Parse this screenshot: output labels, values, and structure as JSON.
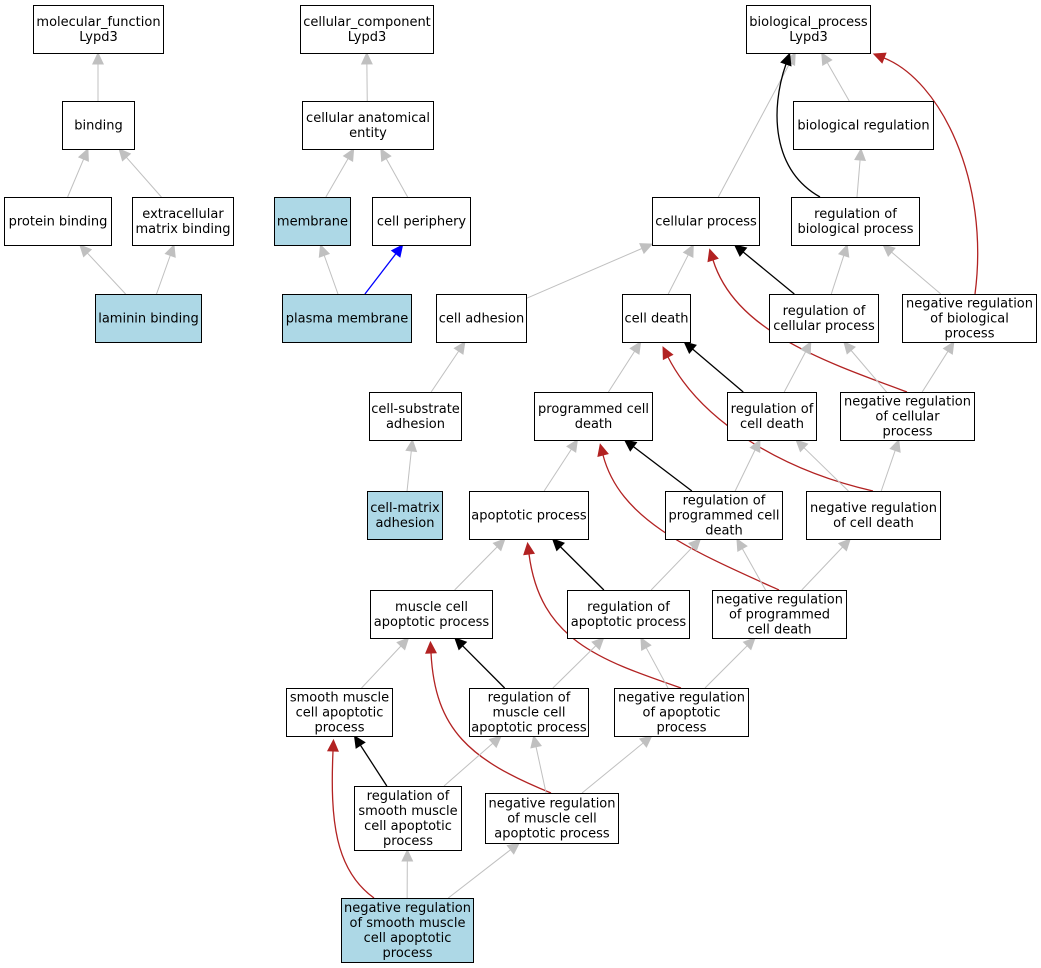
{
  "colors": {
    "highlight_fill": "#add8e6",
    "node_fill": "#ffffff",
    "node_border": "#000000",
    "edge_is_a": "#c0c0c0",
    "edge_regulates": "#000000",
    "edge_negatively_regulates": "#b22222",
    "edge_part_of": "#0000ff"
  },
  "nodes": [
    {
      "id": "mf",
      "lines": [
        "molecular_function",
        "Lypd3"
      ],
      "highlight": false
    },
    {
      "id": "binding",
      "lines": [
        "binding"
      ],
      "highlight": false
    },
    {
      "id": "protein_binding",
      "lines": [
        "protein binding"
      ],
      "highlight": false
    },
    {
      "id": "ecm_binding",
      "lines": [
        "extracellular",
        "matrix binding"
      ],
      "highlight": false
    },
    {
      "id": "laminin_binding",
      "lines": [
        "laminin binding"
      ],
      "highlight": true
    },
    {
      "id": "cc",
      "lines": [
        "cellular_component",
        "Lypd3"
      ],
      "highlight": false
    },
    {
      "id": "cae",
      "lines": [
        "cellular anatomical",
        "entity"
      ],
      "highlight": false
    },
    {
      "id": "membrane",
      "lines": [
        "membrane"
      ],
      "highlight": true
    },
    {
      "id": "cell_periphery",
      "lines": [
        "cell periphery"
      ],
      "highlight": false
    },
    {
      "id": "plasma_membrane",
      "lines": [
        "plasma membrane"
      ],
      "highlight": true
    },
    {
      "id": "bp",
      "lines": [
        "biological_process",
        "Lypd3"
      ],
      "highlight": false
    },
    {
      "id": "bio_reg",
      "lines": [
        "biological regulation"
      ],
      "highlight": false
    },
    {
      "id": "cell_proc",
      "lines": [
        "cellular process"
      ],
      "highlight": false
    },
    {
      "id": "reg_bio",
      "lines": [
        "regulation of",
        "biological process"
      ],
      "highlight": false
    },
    {
      "id": "cell_adh",
      "lines": [
        "cell adhesion"
      ],
      "highlight": false
    },
    {
      "id": "cell_death",
      "lines": [
        "cell death"
      ],
      "highlight": false
    },
    {
      "id": "reg_cell_proc",
      "lines": [
        "regulation of",
        "cellular process"
      ],
      "highlight": false
    },
    {
      "id": "neg_reg_bio",
      "lines": [
        "negative regulation",
        "of biological",
        "process"
      ],
      "highlight": false
    },
    {
      "id": "cs_adh",
      "lines": [
        "cell-substrate",
        "adhesion"
      ],
      "highlight": false
    },
    {
      "id": "pcd",
      "lines": [
        "programmed cell",
        "death"
      ],
      "highlight": false
    },
    {
      "id": "reg_cd",
      "lines": [
        "regulation of",
        "cell death"
      ],
      "highlight": false
    },
    {
      "id": "neg_reg_cell_proc",
      "lines": [
        "negative regulation",
        "of cellular",
        "process"
      ],
      "highlight": false
    },
    {
      "id": "cm_adh",
      "lines": [
        "cell-matrix",
        "adhesion"
      ],
      "highlight": true
    },
    {
      "id": "apop",
      "lines": [
        "apoptotic process"
      ],
      "highlight": false
    },
    {
      "id": "reg_pcd",
      "lines": [
        "regulation of",
        "programmed cell",
        "death"
      ],
      "highlight": false
    },
    {
      "id": "neg_reg_cd",
      "lines": [
        "negative regulation",
        "of cell death"
      ],
      "highlight": false
    },
    {
      "id": "mc_apop",
      "lines": [
        "muscle cell",
        "apoptotic process"
      ],
      "highlight": false
    },
    {
      "id": "reg_apop",
      "lines": [
        "regulation of",
        "apoptotic process"
      ],
      "highlight": false
    },
    {
      "id": "neg_reg_pcd",
      "lines": [
        "negative regulation",
        "of programmed",
        "cell death"
      ],
      "highlight": false
    },
    {
      "id": "smc_apop",
      "lines": [
        "smooth muscle",
        "cell apoptotic",
        "process"
      ],
      "highlight": false
    },
    {
      "id": "reg_mc_apop",
      "lines": [
        "regulation of",
        "muscle cell",
        "apoptotic process"
      ],
      "highlight": false
    },
    {
      "id": "neg_reg_apop",
      "lines": [
        "negative regulation",
        "of apoptotic",
        "process"
      ],
      "highlight": false
    },
    {
      "id": "reg_smc_apop",
      "lines": [
        "regulation of",
        "smooth muscle",
        "cell apoptotic",
        "process"
      ],
      "highlight": false
    },
    {
      "id": "neg_reg_mc_apop",
      "lines": [
        "negative regulation",
        "of muscle cell",
        "apoptotic process"
      ],
      "highlight": false
    },
    {
      "id": "neg_reg_smc_apop",
      "lines": [
        "negative regulation",
        "of smooth muscle",
        "cell apoptotic",
        "process"
      ],
      "highlight": true
    }
  ],
  "edges": [
    {
      "from": "binding",
      "to": "mf",
      "type": "is_a"
    },
    {
      "from": "protein_binding",
      "to": "binding",
      "type": "is_a"
    },
    {
      "from": "ecm_binding",
      "to": "binding",
      "type": "is_a"
    },
    {
      "from": "laminin_binding",
      "to": "protein_binding",
      "type": "is_a"
    },
    {
      "from": "laminin_binding",
      "to": "ecm_binding",
      "type": "is_a"
    },
    {
      "from": "cae",
      "to": "cc",
      "type": "is_a"
    },
    {
      "from": "membrane",
      "to": "cae",
      "type": "is_a"
    },
    {
      "from": "cell_periphery",
      "to": "cae",
      "type": "is_a"
    },
    {
      "from": "plasma_membrane",
      "to": "membrane",
      "type": "is_a"
    },
    {
      "from": "plasma_membrane",
      "to": "cell_periphery",
      "type": "part_of"
    },
    {
      "from": "bio_reg",
      "to": "bp",
      "type": "is_a"
    },
    {
      "from": "cell_proc",
      "to": "bp",
      "type": "is_a"
    },
    {
      "from": "reg_bio",
      "to": "bp",
      "type": "regulates"
    },
    {
      "from": "reg_bio",
      "to": "bio_reg",
      "type": "is_a"
    },
    {
      "from": "neg_reg_bio",
      "to": "bp",
      "type": "negatively_regulates"
    },
    {
      "from": "neg_reg_bio",
      "to": "reg_bio",
      "type": "is_a"
    },
    {
      "from": "cell_adh",
      "to": "cell_proc",
      "type": "is_a"
    },
    {
      "from": "cell_death",
      "to": "cell_proc",
      "type": "is_a"
    },
    {
      "from": "reg_cell_proc",
      "to": "cell_proc",
      "type": "regulates"
    },
    {
      "from": "reg_cell_proc",
      "to": "reg_bio",
      "type": "is_a"
    },
    {
      "from": "neg_reg_cell_proc",
      "to": "cell_proc",
      "type": "negatively_regulates"
    },
    {
      "from": "neg_reg_cell_proc",
      "to": "reg_cell_proc",
      "type": "is_a"
    },
    {
      "from": "neg_reg_cell_proc",
      "to": "neg_reg_bio",
      "type": "is_a"
    },
    {
      "from": "cs_adh",
      "to": "cell_adh",
      "type": "is_a"
    },
    {
      "from": "cm_adh",
      "to": "cs_adh",
      "type": "is_a"
    },
    {
      "from": "pcd",
      "to": "cell_death",
      "type": "is_a"
    },
    {
      "from": "reg_cd",
      "to": "cell_death",
      "type": "regulates"
    },
    {
      "from": "reg_cd",
      "to": "reg_cell_proc",
      "type": "is_a"
    },
    {
      "from": "neg_reg_cd",
      "to": "cell_death",
      "type": "negatively_regulates"
    },
    {
      "from": "neg_reg_cd",
      "to": "reg_cd",
      "type": "is_a"
    },
    {
      "from": "neg_reg_cd",
      "to": "neg_reg_cell_proc",
      "type": "is_a"
    },
    {
      "from": "apop",
      "to": "pcd",
      "type": "is_a"
    },
    {
      "from": "reg_pcd",
      "to": "pcd",
      "type": "regulates"
    },
    {
      "from": "reg_pcd",
      "to": "reg_cd",
      "type": "is_a"
    },
    {
      "from": "neg_reg_pcd",
      "to": "pcd",
      "type": "negatively_regulates"
    },
    {
      "from": "neg_reg_pcd",
      "to": "reg_pcd",
      "type": "is_a"
    },
    {
      "from": "neg_reg_pcd",
      "to": "neg_reg_cd",
      "type": "is_a"
    },
    {
      "from": "mc_apop",
      "to": "apop",
      "type": "is_a"
    },
    {
      "from": "reg_apop",
      "to": "apop",
      "type": "regulates"
    },
    {
      "from": "reg_apop",
      "to": "reg_pcd",
      "type": "is_a"
    },
    {
      "from": "neg_reg_apop",
      "to": "apop",
      "type": "negatively_regulates"
    },
    {
      "from": "neg_reg_apop",
      "to": "reg_apop",
      "type": "is_a"
    },
    {
      "from": "neg_reg_apop",
      "to": "neg_reg_pcd",
      "type": "is_a"
    },
    {
      "from": "smc_apop",
      "to": "mc_apop",
      "type": "is_a"
    },
    {
      "from": "reg_mc_apop",
      "to": "mc_apop",
      "type": "regulates"
    },
    {
      "from": "reg_mc_apop",
      "to": "reg_apop",
      "type": "is_a"
    },
    {
      "from": "neg_reg_mc_apop",
      "to": "mc_apop",
      "type": "negatively_regulates"
    },
    {
      "from": "neg_reg_mc_apop",
      "to": "reg_mc_apop",
      "type": "is_a"
    },
    {
      "from": "neg_reg_mc_apop",
      "to": "neg_reg_apop",
      "type": "is_a"
    },
    {
      "from": "reg_smc_apop",
      "to": "smc_apop",
      "type": "regulates"
    },
    {
      "from": "reg_smc_apop",
      "to": "reg_mc_apop",
      "type": "is_a"
    },
    {
      "from": "neg_reg_smc_apop",
      "to": "smc_apop",
      "type": "negatively_regulates"
    },
    {
      "from": "neg_reg_smc_apop",
      "to": "reg_smc_apop",
      "type": "is_a"
    },
    {
      "from": "neg_reg_smc_apop",
      "to": "neg_reg_mc_apop",
      "type": "is_a"
    }
  ]
}
